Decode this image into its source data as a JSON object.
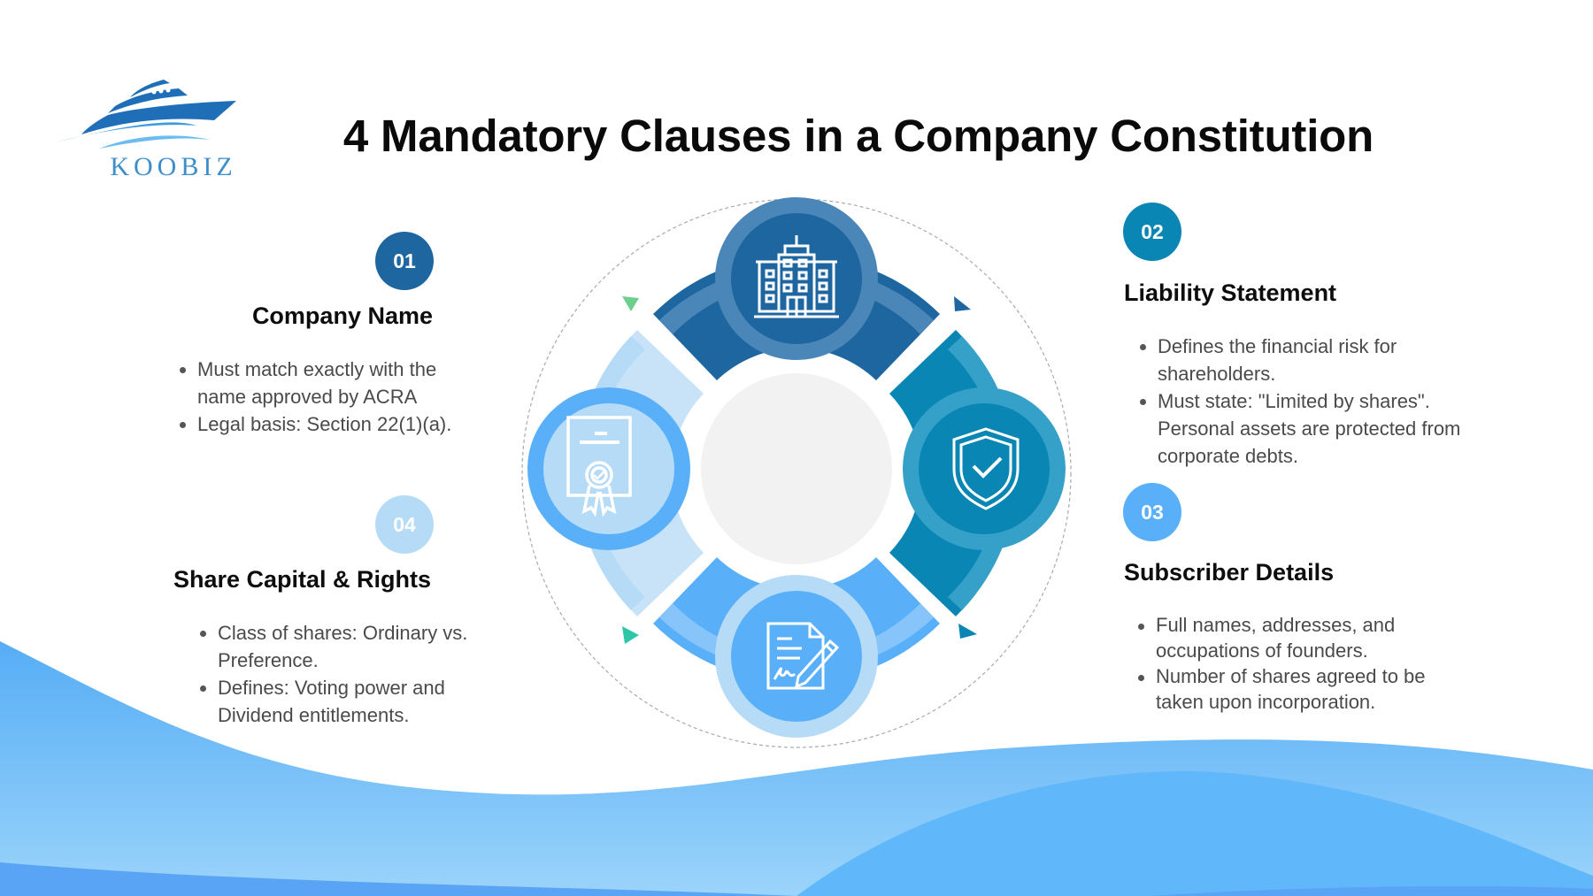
{
  "logo": {
    "brand": "KOOBIZ",
    "icon": "yacht-logo-icon"
  },
  "title": "4 Mandatory Clauses in a Company Constitution",
  "colors": {
    "clause1": "#1e66a0",
    "clause2": "#0a86b4",
    "clause3": "#5ab0f8",
    "clause4": "#b5dbf7",
    "center": "#f2f2f2",
    "wave_light": "#8ecdfb",
    "wave_mid": "#62b8fa",
    "wave_dark": "#5aa4f5"
  },
  "clauses": [
    {
      "number": "01",
      "title": "Company Name",
      "icon": "building-icon",
      "bullets": [
        "Must match exactly with the name approved by ACRA",
        "Legal basis: Section 22(1)(a)."
      ]
    },
    {
      "number": "02",
      "title": "Liability Statement",
      "icon": "shield-check-icon",
      "bullets": [
        "Defines the financial risk for shareholders.",
        "Must state: \"Limited by shares\". Personal assets are protected from corporate debts."
      ]
    },
    {
      "number": "03",
      "title": "Subscriber Details",
      "icon": "signed-document-icon",
      "bullets": [
        "Full names, addresses, and occupations of founders.",
        "Number of shares agreed to be taken upon incorporation."
      ]
    },
    {
      "number": "04",
      "title": "Share Capital & Rights",
      "icon": "certificate-icon",
      "bullets": [
        "Class of shares: Ordinary vs. Preference.",
        "Defines: Voting power and Dividend entitlements."
      ]
    }
  ]
}
